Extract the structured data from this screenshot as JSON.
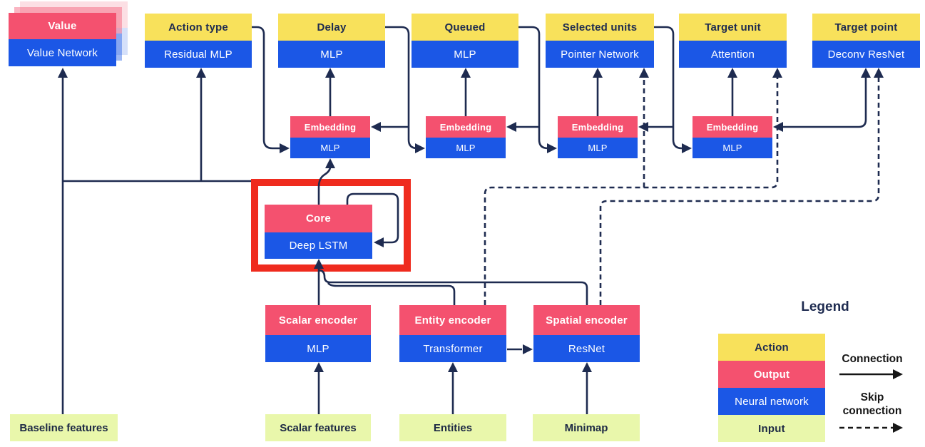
{
  "diagram": {
    "heads": [
      {
        "id": "value",
        "action": "Value",
        "network": "Value Network"
      },
      {
        "id": "action-type",
        "action": "Action type",
        "network": "Residual MLP"
      },
      {
        "id": "delay",
        "action": "Delay",
        "network": "MLP"
      },
      {
        "id": "queued",
        "action": "Queued",
        "network": "MLP"
      },
      {
        "id": "selected-units",
        "action": "Selected units",
        "network": "Pointer Network"
      },
      {
        "id": "target-unit",
        "action": "Target unit",
        "network": "Attention"
      },
      {
        "id": "target-point",
        "action": "Target point",
        "network": "Deconv ResNet"
      }
    ],
    "embeddings": [
      {
        "output": "Embedding",
        "network": "MLP"
      },
      {
        "output": "Embedding",
        "network": "MLP"
      },
      {
        "output": "Embedding",
        "network": "MLP"
      },
      {
        "output": "Embedding",
        "network": "MLP"
      }
    ],
    "core": {
      "output": "Core",
      "network": "Deep LSTM"
    },
    "encoders": [
      {
        "id": "scalar-encoder",
        "output": "Scalar encoder",
        "network": "MLP"
      },
      {
        "id": "entity-encoder",
        "output": "Entity encoder",
        "network": "Transformer"
      },
      {
        "id": "spatial-encoder",
        "output": "Spatial encoder",
        "network": "ResNet"
      }
    ],
    "inputs": [
      {
        "id": "baseline-features",
        "label": "Baseline features"
      },
      {
        "id": "scalar-features",
        "label": "Scalar features"
      },
      {
        "id": "entities",
        "label": "Entities"
      },
      {
        "id": "minimap",
        "label": "Minimap"
      }
    ]
  },
  "legend": {
    "title": "Legend",
    "swatches": [
      {
        "label": "Action",
        "type": "action"
      },
      {
        "label": "Output",
        "type": "output"
      },
      {
        "label": "Neural network",
        "type": "neural"
      },
      {
        "label": "Input",
        "type": "input"
      }
    ],
    "connection_label": "Connection",
    "skip_connection_label": "Skip connection"
  },
  "colors": {
    "action": "#f8e15b",
    "output": "#f4516f",
    "neural": "#1b57e6",
    "input": "#e9f7ab",
    "line": "#1e2b50",
    "highlight": "#ef2b1e"
  }
}
